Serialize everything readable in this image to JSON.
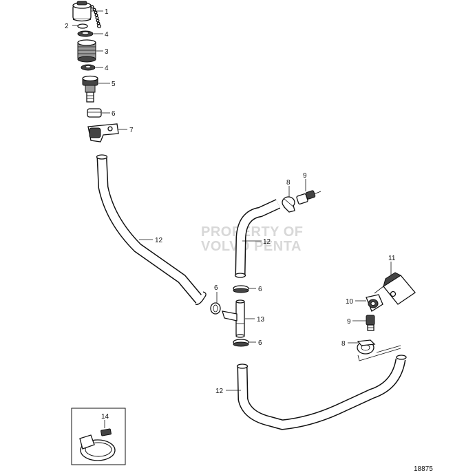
{
  "watermark": {
    "line1": "PROPERTY OF",
    "line2": "VOLVO PENTA"
  },
  "figure_number": "18875",
  "callouts": [
    {
      "id": "c1",
      "label": "1"
    },
    {
      "id": "c2",
      "label": "2"
    },
    {
      "id": "c4a",
      "label": "4"
    },
    {
      "id": "c3",
      "label": "3"
    },
    {
      "id": "c4b",
      "label": "4"
    },
    {
      "id": "c5",
      "label": "5"
    },
    {
      "id": "c6a",
      "label": "6"
    },
    {
      "id": "c7",
      "label": "7"
    },
    {
      "id": "c12a",
      "label": "12"
    },
    {
      "id": "c8a",
      "label": "8"
    },
    {
      "id": "c9a",
      "label": "9"
    },
    {
      "id": "c12b",
      "label": "12"
    },
    {
      "id": "c11",
      "label": "11"
    },
    {
      "id": "c6b",
      "label": "6"
    },
    {
      "id": "c6c",
      "label": "6"
    },
    {
      "id": "c10",
      "label": "10"
    },
    {
      "id": "c13",
      "label": "13"
    },
    {
      "id": "c9b",
      "label": "9"
    },
    {
      "id": "c6d",
      "label": "6"
    },
    {
      "id": "c8b",
      "label": "8"
    },
    {
      "id": "c12c",
      "label": "12"
    },
    {
      "id": "c14",
      "label": "14"
    }
  ]
}
